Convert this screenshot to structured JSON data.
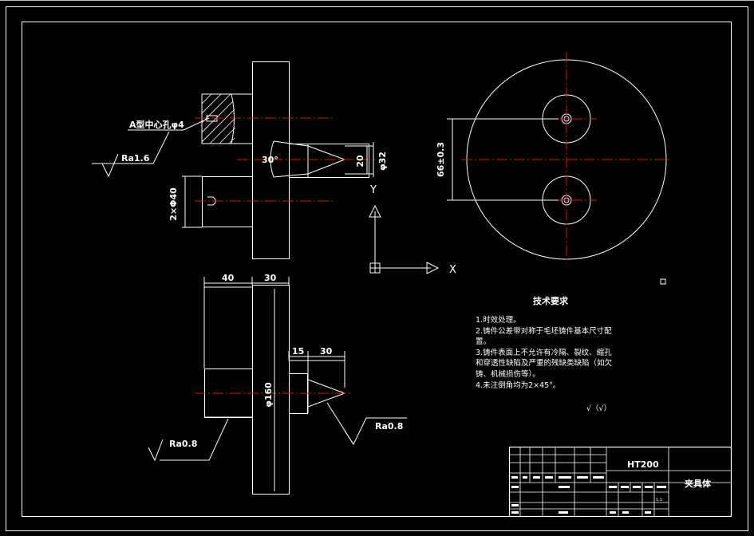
{
  "labels": {
    "center_hole": "A型中心孔φ4",
    "ra_16": "Ra1.6",
    "ra_08_left": "Ra0.8",
    "ra_08_right": "Ra0.8",
    "angle_30": "30°",
    "dim_20": "20",
    "dim_phi32": "φ32",
    "dim_hole": "2×Φ40",
    "dim_66": "66±0.3",
    "dim_40": "40",
    "dim_30_top": "30",
    "dim_15": "15",
    "dim_30_mid": "30",
    "dim_phi160": "φ160"
  },
  "ucs": {
    "x": "X",
    "y": "Y"
  },
  "tech": {
    "title": "技术要求",
    "lines": [
      "1.时效处理。",
      "2.铸件公差带对称于毛坯铸件基本尺寸配",
      "置。",
      "3.铸件表面上不允许有冷隔、裂纹、缩孔",
      "和穿透性缺陷及严重的残缺类缺陷（如欠",
      "铸、机械损伤等）。",
      "4.未注倒角均为2×45°。"
    ],
    "roughness": "√（√）"
  },
  "titleblock": {
    "material": "HT200",
    "name": "夹具体",
    "scale": "1:1"
  }
}
